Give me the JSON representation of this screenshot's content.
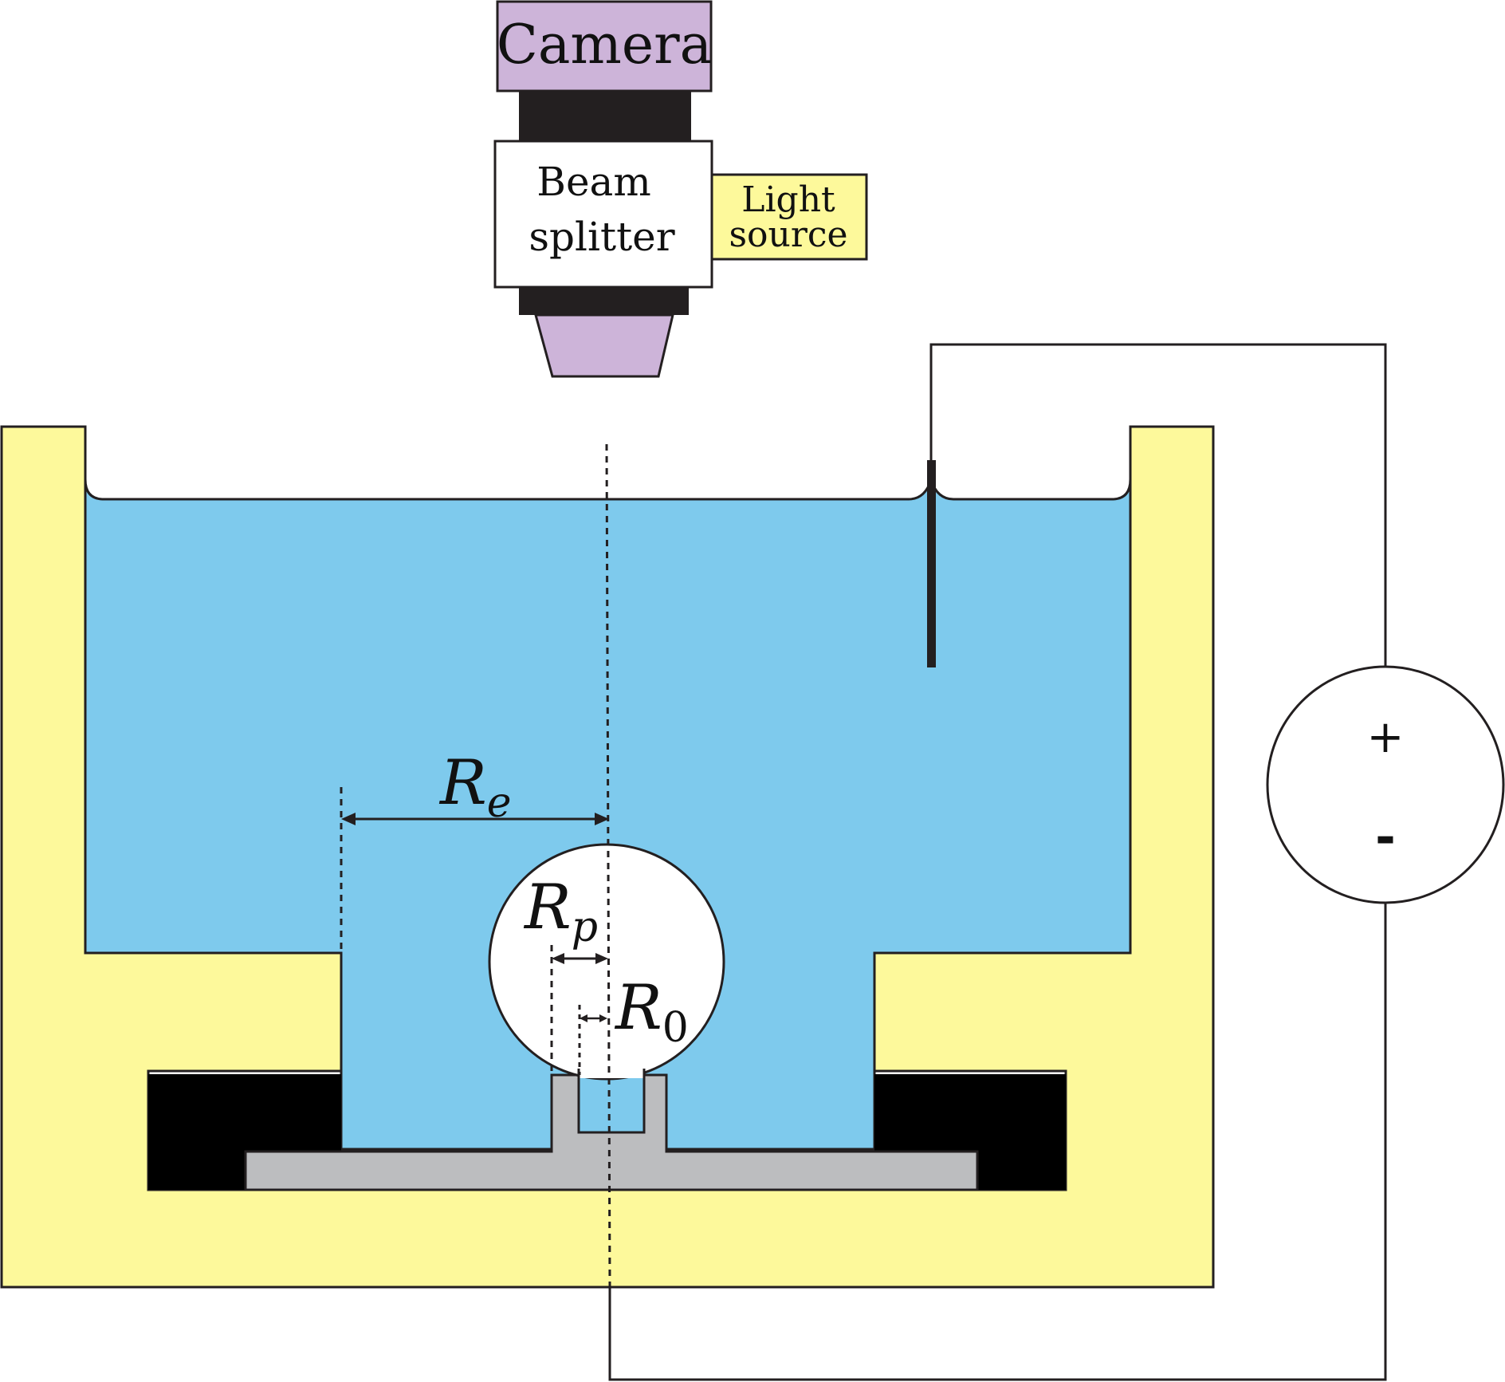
{
  "labels": {
    "camera": "Camera",
    "beam_splitter_line1": "Beam",
    "beam_splitter_line2": "splitter",
    "light_source_line1": "Light",
    "light_source_line2": "source",
    "re_main": "R",
    "re_sub": "e",
    "rp_main": "R",
    "rp_sub": "p",
    "r0_main": "R",
    "r0_sub": "0",
    "plus": "+",
    "minus": "-"
  },
  "colors": {
    "camera": "#cdb4d9",
    "lens_body": "#231f20",
    "light_source": "#fdf99b",
    "container": "#fdf99b",
    "liquid": "#7ecaed",
    "plate": "#bcbdbf",
    "seal": "#000000",
    "bubble": "#ffffff",
    "line": "#231f20"
  }
}
